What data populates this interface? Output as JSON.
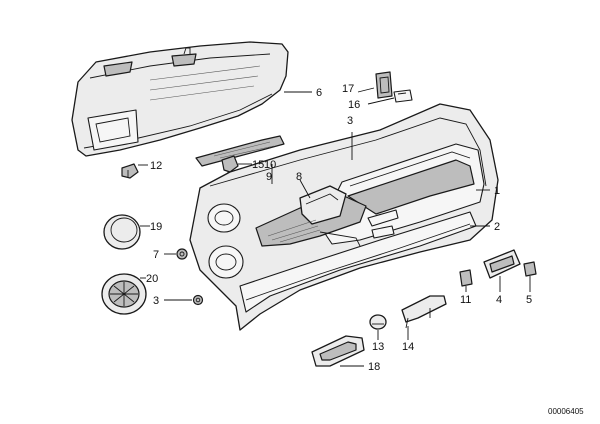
{
  "callouts": {
    "c1": "1",
    "c2": "2",
    "c3a": "3",
    "c3b": "3",
    "c4": "4",
    "c5": "5",
    "c6": "6",
    "c7": "7",
    "c8": "8",
    "c9": "9",
    "c10": "10",
    "c11": "11",
    "c12": "12",
    "c13": "13",
    "c14": "14",
    "c15": "15",
    "c16": "16",
    "c17": "17",
    "c18": "18",
    "c19": "19",
    "c20": "20"
  },
  "document_id": "00006405"
}
